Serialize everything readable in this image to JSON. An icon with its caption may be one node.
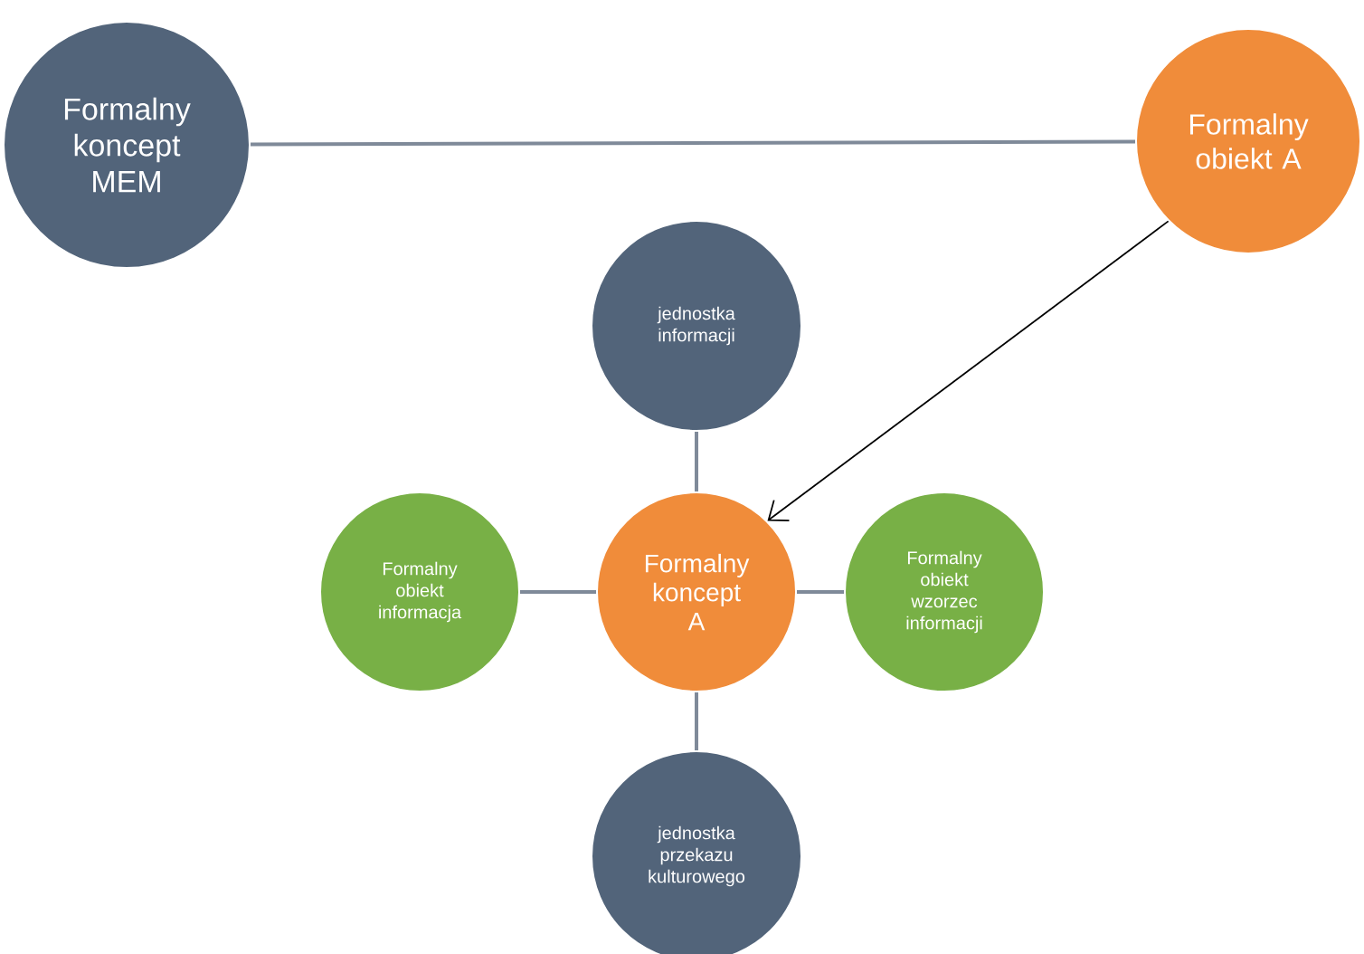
{
  "diagram": {
    "nodes": [
      {
        "text": [
          "Formalny koncept MEM"
        ]
      },
      {
        "text": [
          "Formalny obiekt A"
        ]
      },
      {
        "text": [
          "jednostka informacji"
        ]
      },
      {
        "text": [
          "Formalny obiekt informacja"
        ]
      },
      {
        "text": [
          "Formalny koncept A"
        ]
      },
      {
        "text": [
          "Formalny obiekt wzorzec informacji"
        ]
      },
      {
        "text": [
          "jednostka przekazu kulturowego"
        ]
      }
    ],
    "edges": [
      {
        "from": 0,
        "to": 1,
        "arrow": "none"
      },
      {
        "from": 1,
        "to": 4,
        "arrow": "to",
        "color": "#000000"
      },
      {
        "from": 4,
        "to": 2,
        "arrow": "none"
      },
      {
        "from": 4,
        "to": 3,
        "arrow": "none"
      },
      {
        "from": 4,
        "to": 5,
        "arrow": "none"
      },
      {
        "from": 4,
        "to": 6,
        "arrow": "none"
      }
    ]
  }
}
